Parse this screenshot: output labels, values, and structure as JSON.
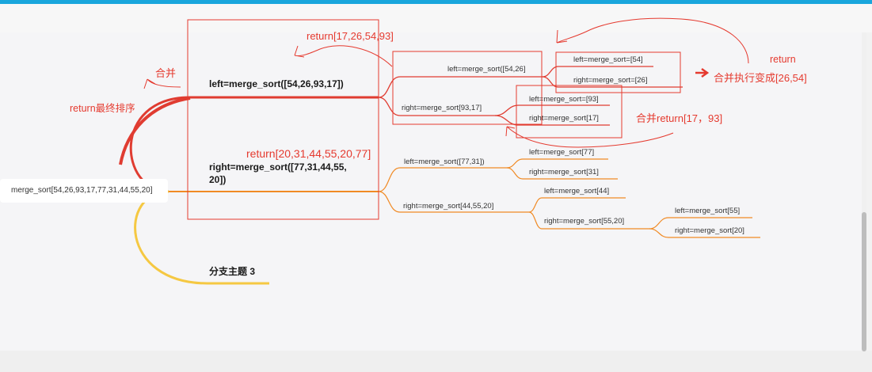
{
  "mindmap": {
    "root": "merge_sort[54,26,93,17,77,31,44,55,20]",
    "left_topic": "left=merge_sort([54,26,93,17])",
    "right_topic_line1": "right=merge_sort([77,31,44,55,",
    "right_topic_line2": "20])",
    "branch3": "分支主题 3",
    "nodes": {
      "l_left": "left=merge_sort([54,26]",
      "l_left_left": "left=merge_sort=[54]",
      "l_left_right": "right=merge_sort=[26]",
      "l_right": "right=merge_sort[93,17]",
      "l_right_left": "left=merge_sort=[93]",
      "l_right_right": "right=merge_sort[17]",
      "r_left": "left=merge_sort([77,31])",
      "r_left_left": "left=merge_sort[77]",
      "r_left_right": "right=merge_sort[31]",
      "r_right": "right=merge_sort[44,55,20]",
      "r_right_left": "left=merge_sort[44]",
      "r_right_right": "right=merge_sort[55,20]",
      "r_rr_left": "left=merge_sort[55]",
      "r_rr_right": "right=merge_sort[20]"
    }
  },
  "annotations": {
    "return_17_26_54_93": "return[17,26,54,93]",
    "merge": "合并",
    "return_final_sort": "return最终排序",
    "return_20_31": "return[20,31,44,55,20,77]",
    "return_label": "return",
    "merge_exec_26_54": "合并执行变成[26,54]",
    "merge_return_17_93": "合并return[17，93]"
  },
  "colors": {
    "accent_top": "#19a6dc",
    "annotation_red": "#e53a2f",
    "branch_red": "#e03c31",
    "branch_orange": "#f08a24",
    "branch_yellow": "#f5c842"
  }
}
